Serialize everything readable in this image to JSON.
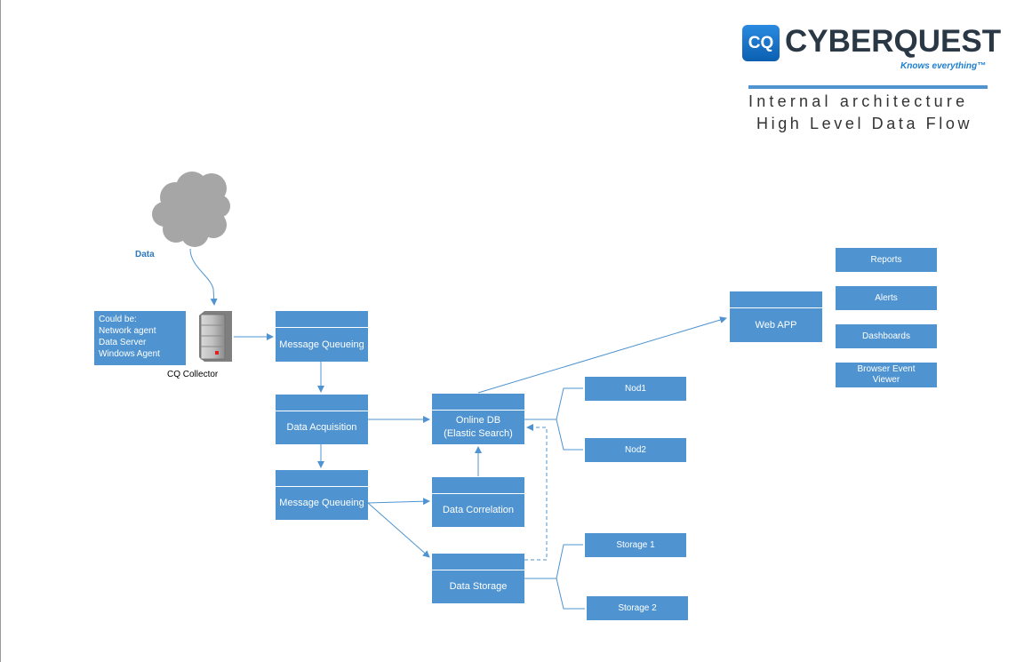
{
  "header": {
    "logo_mark": "CQ",
    "logo_word": "CYBERQUEST",
    "logo_tagline": "Knows everything™",
    "title_line1": "Internal architecture",
    "title_line2": "High Level Data Flow"
  },
  "diagram": {
    "data_label": "Data",
    "collector_label": "CQ Collector",
    "note": {
      "heading": "Could be:",
      "items": [
        "Network agent",
        "Data Server",
        "Windows Agent"
      ]
    },
    "message_queueing_top": "Message Queueing",
    "data_acquisition": "Data Acquisition",
    "message_queueing_bottom": "Message Queueing",
    "online_db_line1": "Online DB",
    "online_db_line2": "(Elastic Search)",
    "data_correlation": "Data Correlation",
    "data_storage": "Data Storage",
    "web_app": "Web APP",
    "nod1": "Nod1",
    "nod2": "Nod2",
    "storage1": "Storage 1",
    "storage2": "Storage 2",
    "reports": "Reports",
    "alerts": "Alerts",
    "dashboards": "Dashboards",
    "browser_event_viewer_line1": "Browser Event",
    "browser_event_viewer_line2": "Viewer"
  },
  "colors": {
    "box_blue": "#4f94d0",
    "line_blue": "#4f94d0",
    "cloud_gray": "#a6a6a6",
    "brand_dark": "#2a3846",
    "brand_blue": "#1d7fd0"
  }
}
